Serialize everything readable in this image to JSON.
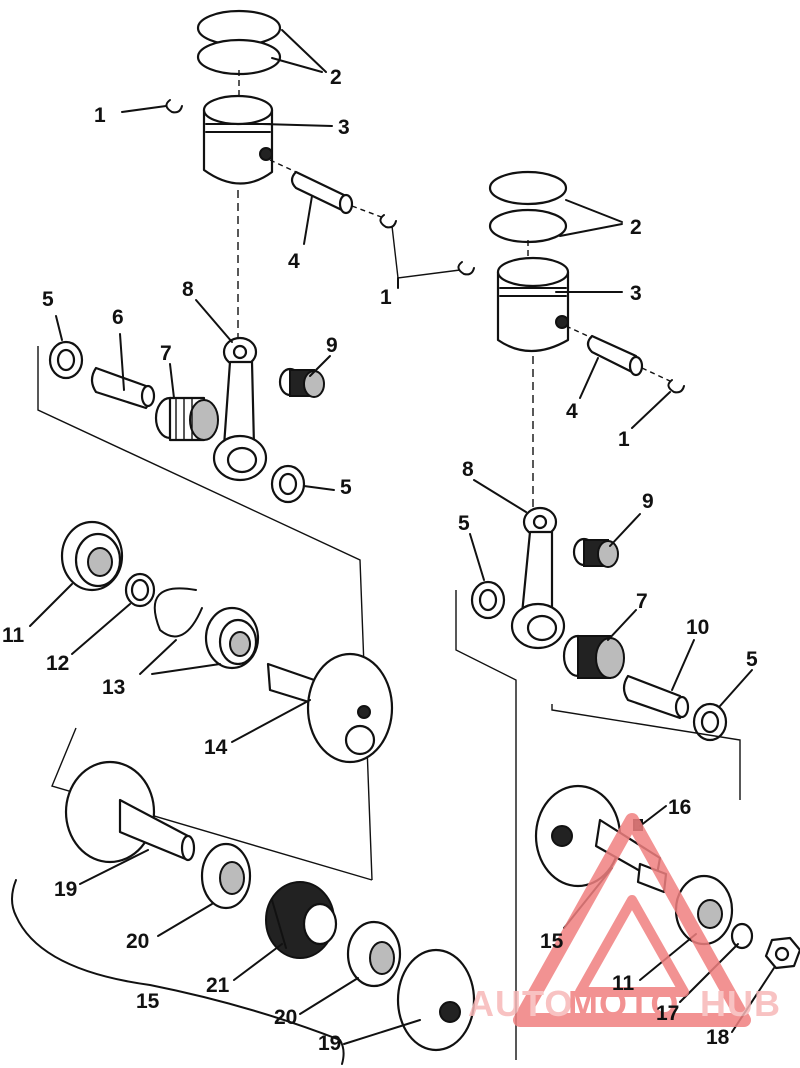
{
  "diagram": {
    "callouts": [
      {
        "id": "c1",
        "text": "1"
      },
      {
        "id": "c2",
        "text": "2"
      },
      {
        "id": "c3",
        "text": "3"
      },
      {
        "id": "c4",
        "text": "4"
      },
      {
        "id": "c1b",
        "text": "1"
      },
      {
        "id": "c2b",
        "text": "2"
      },
      {
        "id": "c3b",
        "text": "3"
      },
      {
        "id": "c4b",
        "text": "4"
      },
      {
        "id": "c1c",
        "text": "1"
      },
      {
        "id": "c5a",
        "text": "5"
      },
      {
        "id": "c6",
        "text": "6"
      },
      {
        "id": "c7a",
        "text": "7"
      },
      {
        "id": "c8a",
        "text": "8"
      },
      {
        "id": "c9a",
        "text": "9"
      },
      {
        "id": "c5b",
        "text": "5"
      },
      {
        "id": "c8b",
        "text": "8"
      },
      {
        "id": "c9b",
        "text": "9"
      },
      {
        "id": "c5c",
        "text": "5"
      },
      {
        "id": "c7b",
        "text": "7"
      },
      {
        "id": "c10",
        "text": "10"
      },
      {
        "id": "c5d",
        "text": "5"
      },
      {
        "id": "c11a",
        "text": "11"
      },
      {
        "id": "c12",
        "text": "12"
      },
      {
        "id": "c13",
        "text": "13"
      },
      {
        "id": "c14",
        "text": "14"
      },
      {
        "id": "c16",
        "text": "16"
      },
      {
        "id": "c19a",
        "text": "19"
      },
      {
        "id": "c20a",
        "text": "20"
      },
      {
        "id": "c21",
        "text": "21"
      },
      {
        "id": "c15a",
        "text": "15"
      },
      {
        "id": "c20b",
        "text": "20"
      },
      {
        "id": "c19b",
        "text": "19"
      },
      {
        "id": "c15b",
        "text": "15"
      },
      {
        "id": "c11b",
        "text": "11"
      },
      {
        "id": "c17",
        "text": "17"
      },
      {
        "id": "c18",
        "text": "18"
      }
    ]
  },
  "watermark": {
    "part1": "AUTO",
    "part2": "MOTO",
    "part3": "HUB",
    "color_primary": "#f08080",
    "color_secondary": "#f7b8b8"
  }
}
